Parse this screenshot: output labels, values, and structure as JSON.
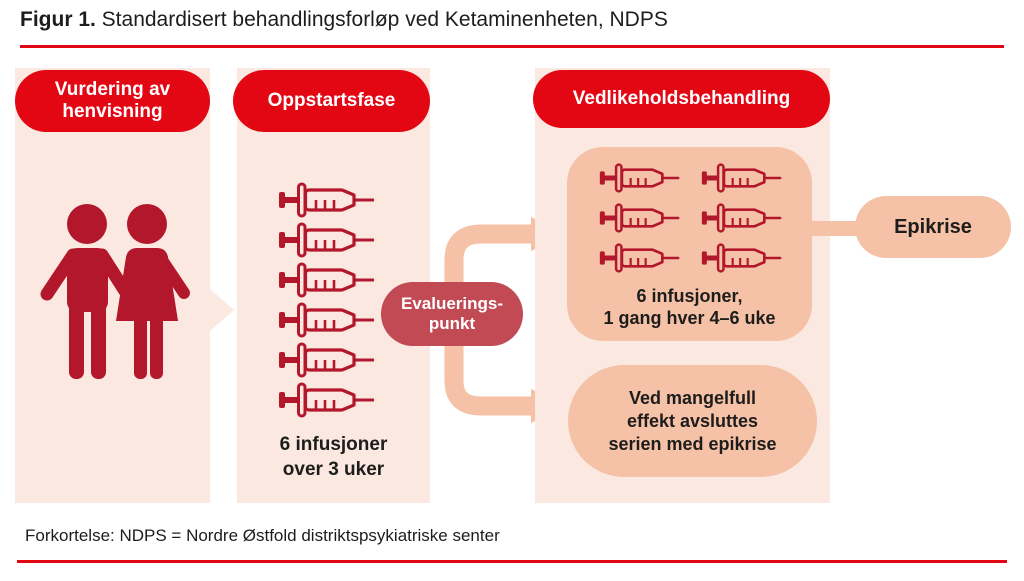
{
  "title": {
    "prefix": "Figur 1.",
    "text": " Standardisert behandlingsforløp ved Ketaminenheten, NDPS"
  },
  "footnote": "Forkortelse: NDPS = Nordre Østfold distriktspsykiatriske senter",
  "colors": {
    "accent_red": "#e30613",
    "icon_dark_red": "#b3172b",
    "badge_red": "#c14a54",
    "panel_pink": "#fbe9e1",
    "salmon": "#f5c1a7",
    "text_dark": "#1d1d1b"
  },
  "stages": {
    "referral": {
      "label_line1": "Vurdering av",
      "label_line2": "henvisning",
      "icon": "people-couple-icon"
    },
    "startup": {
      "label": "Oppstartsfase",
      "icon": "syringe-icon",
      "syringe_count": 6,
      "caption_line1": "6 infusjoner",
      "caption_line2": "over 3 uker"
    },
    "evaluation": {
      "label_line1": "Evaluerings-",
      "label_line2": "punkt"
    },
    "maintenance": {
      "label": "Vedlikeholdsbehandling",
      "icon": "syringe-icon",
      "syringe_count": 6,
      "caption_line1": "6 infusjoner,",
      "caption_line2": "1 gang hver 4–6 uke",
      "no_effect_line1": "Ved mangelfull",
      "no_effect_line2": "effekt avsluttes",
      "no_effect_line3": "serien med epikrise"
    },
    "epicrisis": {
      "label": "Epikrise"
    }
  }
}
